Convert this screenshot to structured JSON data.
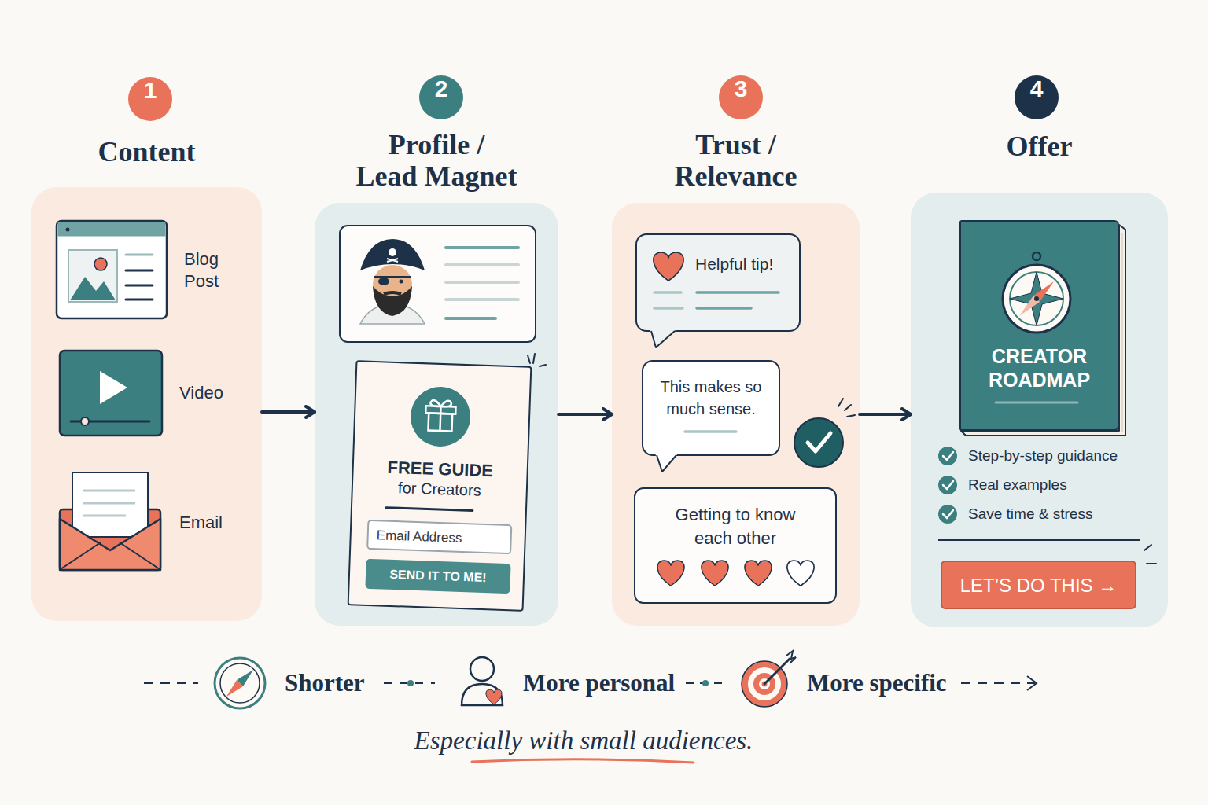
{
  "diagram": {
    "caption": "Especially with small audiences.",
    "nodes": [
      {
        "text": [
          "1"
        ]
      },
      {
        "text": [
          "Content"
        ]
      },
      {
        "text": [
          "2"
        ]
      },
      {
        "text": [
          "Profile / Lead Magnet"
        ]
      },
      {
        "text": [
          "FREE GUIDE",
          "for Creators"
        ],
        "in": 3
      },
      {
        "text": [
          "Email Address"
        ],
        "in": 4
      },
      {
        "text": [
          "SEND IT TO ME!"
        ],
        "in": 4
      },
      {
        "text": [
          "3"
        ]
      },
      {
        "text": [
          "Trust / Relevance"
        ]
      },
      {
        "text": [
          "Helpful tip!"
        ],
        "in": 8
      },
      {
        "text": [
          "This makes so much sense."
        ],
        "in": 8
      },
      {
        "text": [
          "Getting to know each other"
        ],
        "in": 8
      },
      {
        "text": [
          "4"
        ]
      },
      {
        "text": [
          "Offer"
        ]
      },
      {
        "text": [
          "CREATOR ROADMAP"
        ],
        "in": 13
      },
      {
        "text": [
          "LET’S DO THIS →"
        ],
        "in": 13
      }
    ],
    "edges": [
      {
        "from": 1,
        "to": 3,
        "arrow": "to"
      },
      {
        "from": 3,
        "to": 8,
        "arrow": "to"
      },
      {
        "from": 8,
        "to": 13,
        "arrow": "to"
      }
    ],
    "labels": [
      "Blog Post",
      "Video",
      "Email",
      "Step-by-step guidance",
      "Real examples",
      "Save time & stress",
      "Shorter",
      "More personal",
      "More specific"
    ]
  }
}
